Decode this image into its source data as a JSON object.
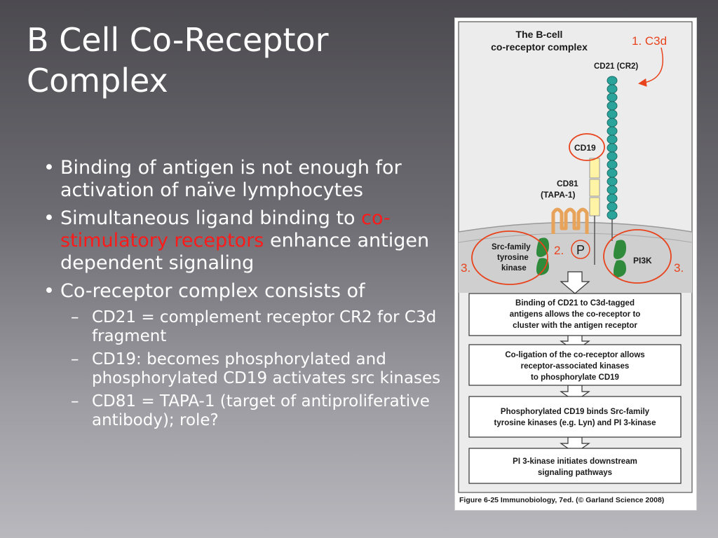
{
  "slide": {
    "title_line1": "B Cell Co-Receptor",
    "title_line2": "Complex",
    "bullets": [
      {
        "text": "Binding of antigen is not enough for activation of naïve lymphocytes"
      },
      {
        "text_before": "Simultaneous ligand binding to ",
        "highlight": "co-stimulatory receptors",
        "text_after": " enhance  antigen dependent signaling"
      },
      {
        "text": "Co-receptor complex consists of"
      }
    ],
    "sub_bullets": [
      "CD21 = complement receptor CR2 for C3d fragment",
      "CD19: becomes phosphorylated and phosphorylated CD19 activates src kinases",
      "CD81 = TAPA-1 (target of antiproliferative antibody); role?"
    ],
    "bullet_glyph": "•",
    "dash_glyph": "–"
  },
  "figure": {
    "heading_line1": "The B-cell",
    "heading_line2": "co-receptor complex",
    "cd21_label": "CD21 (CR2)",
    "cd19_label": "CD19",
    "cd81_label_line1": "CD81",
    "cd81_label_line2": "(TAPA-1)",
    "src_label_line1": "Src-family",
    "src_label_line2": "tyrosine",
    "src_label_line3": "kinase",
    "pi3k_label": "PI3K",
    "phospho_label": "P",
    "annotations": {
      "c3d": "1. C3d",
      "num2": "2.",
      "num3_left": "3.",
      "num3_right": "3."
    },
    "steps": [
      {
        "line1": "Binding of CD21 to C3d-tagged",
        "line2": "antigens allows the co-receptor to",
        "line3": "cluster with the antigen receptor"
      },
      {
        "line1": "Co-ligation of the co-receptor allows",
        "line2": "receptor-associated kinases",
        "line3": "to phosphorylate CD19"
      },
      {
        "line1": "Phosphorylated CD19 binds Src-family",
        "line2": "tyrosine kinases (e.g. Lyn) and PI 3-kinase"
      },
      {
        "line1": "PI 3-kinase initiates downstream",
        "line2": "signaling pathways"
      }
    ],
    "caption": "Figure 6-25  Immunobiology, 7ed. (© Garland Science 2008)",
    "colors": {
      "cd21": "#2aa39a",
      "cd19": "#fff3a6",
      "cd81": "#e8a35a",
      "kinase": "#2f8a3c",
      "membrane": "#cfcfcf",
      "annotation": "#e8431c"
    }
  }
}
